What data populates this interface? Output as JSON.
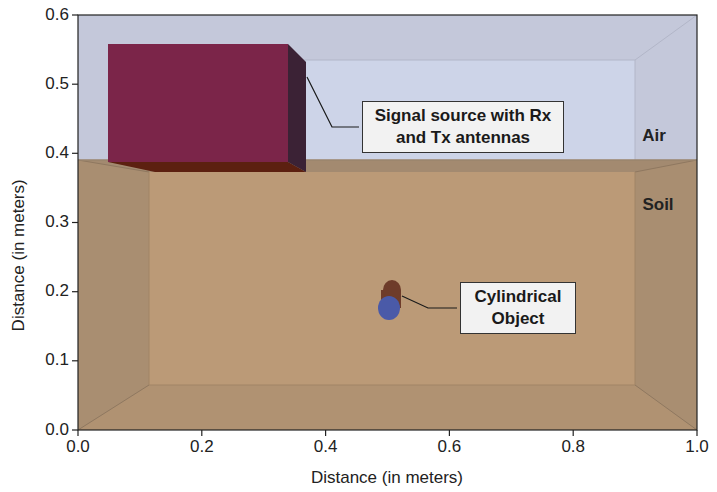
{
  "diagram": {
    "nodes": [
      {
        "text": [
          "Signal source with Rx and Tx antennas"
        ]
      },
      {
        "text": [
          "Cylindrical Object"
        ]
      }
    ],
    "labels": [
      "0.6",
      "0.5",
      "0.4",
      "0.3",
      "0.2",
      "0.1",
      "0.0",
      "Air",
      "Soil",
      "0.0",
      "0.2",
      "0.4",
      "0.6",
      "0.8",
      "1.0",
      "Distance (in meters)",
      "Distance (in meters)"
    ]
  }
}
